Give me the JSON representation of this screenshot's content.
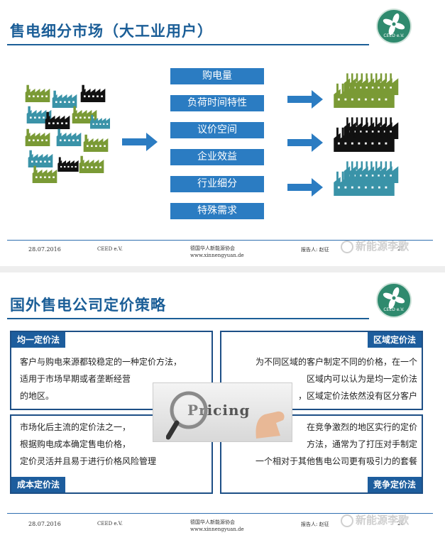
{
  "slide1": {
    "title": "售电细分市场（大工业用户）",
    "logo_text": "CEED e.V.",
    "factors": [
      "购电量",
      "负荷时间特性",
      "议价空间",
      "企业效益",
      "行业细分",
      "特殊需求"
    ],
    "footer": {
      "date": "28.07.2016",
      "org": "CEED e.V.",
      "assoc": "德国华人新能源协会",
      "url": "www.xinnengyuan.de",
      "reporter": "报告人: 赵征",
      "page": "25"
    },
    "watermark": "新能源李歌"
  },
  "slide2": {
    "title": "国外售电公司定价策略",
    "logo_text": "CEED e.V.",
    "image_text": "Pricing",
    "boxes": {
      "top_left": {
        "heading": "均一定价法",
        "lines": [
          "客户与购电来源都较稳定的一种定价方法，",
          "适用于市场早期或者垄断经营",
          "的地区。"
        ]
      },
      "top_right": {
        "heading": "区域定价法",
        "lines": [
          "为不同区域的客户制定不同的价格，在一个",
          "区域内可以认为是均一定价法",
          "，区域定价法依然没有区分客户"
        ]
      },
      "bottom_left": {
        "heading": "成本定价法",
        "lines": [
          "市场化后主流的定价法之一，",
          "根据购电成本确定售电价格，",
          "定价灵活并且易于进行价格风险管理"
        ]
      },
      "bottom_right": {
        "heading": "竞争定价法",
        "lines": [
          "在竞争激烈的地区实行的定价",
          "方法，通常为了打压对手制定",
          "一个相对于其他售电公司更有吸引力的套餐"
        ]
      }
    },
    "footer": {
      "date": "28.07.2016",
      "org": "CEED e.V.",
      "assoc": "德国华人新能源协会",
      "url": "www.xinnengyuan.de",
      "reporter": "报告人: 赵征",
      "page": "26"
    },
    "watermark": "新能源李歌"
  },
  "colors": {
    "title_blue": "#1b5e97",
    "factor_blue": "#2b7cc2",
    "box_blue": "#1d5d9d",
    "factory_green": "#7a9a35",
    "factory_teal": "#3a93a8",
    "factory_black": "#111111",
    "logo_green": "#2f8a6e"
  },
  "icons": [
    "factory-icon",
    "arrow-right-icon",
    "fan-logo-icon",
    "magnifier-icon",
    "wechat-icon"
  ]
}
